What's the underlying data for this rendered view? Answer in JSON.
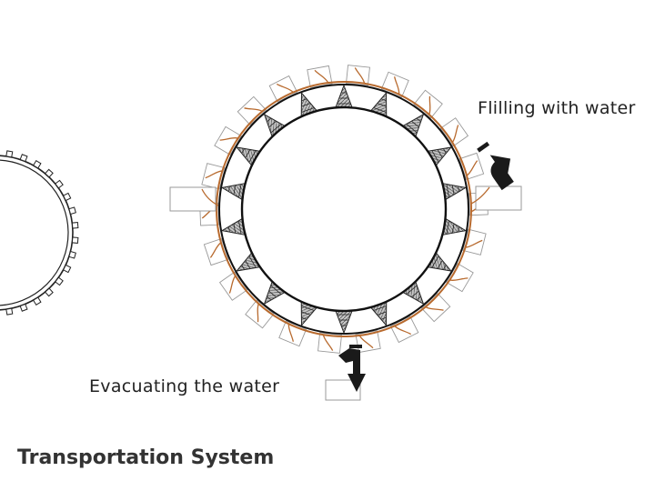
{
  "labels": {
    "filling": "Flilling with water",
    "evacuating": "Evacuating the water",
    "title": "Transportation System"
  },
  "colors": {
    "ring_line": "#111111",
    "pipe_ring": "#b86a2e",
    "box_outline": "#999999",
    "turbine_fill": "#9a9a9a",
    "arrow_fill": "#1a1a1a"
  },
  "icons": {
    "filling_arrow": "bent-arrow-down-icon",
    "evacuating_arrow": "bent-arrow-down-icon",
    "turbine": "cone-turbine-icon"
  },
  "diagram": {
    "turbine_count": 18,
    "chamber_count": 22,
    "partial_ring_teeth": 16
  }
}
